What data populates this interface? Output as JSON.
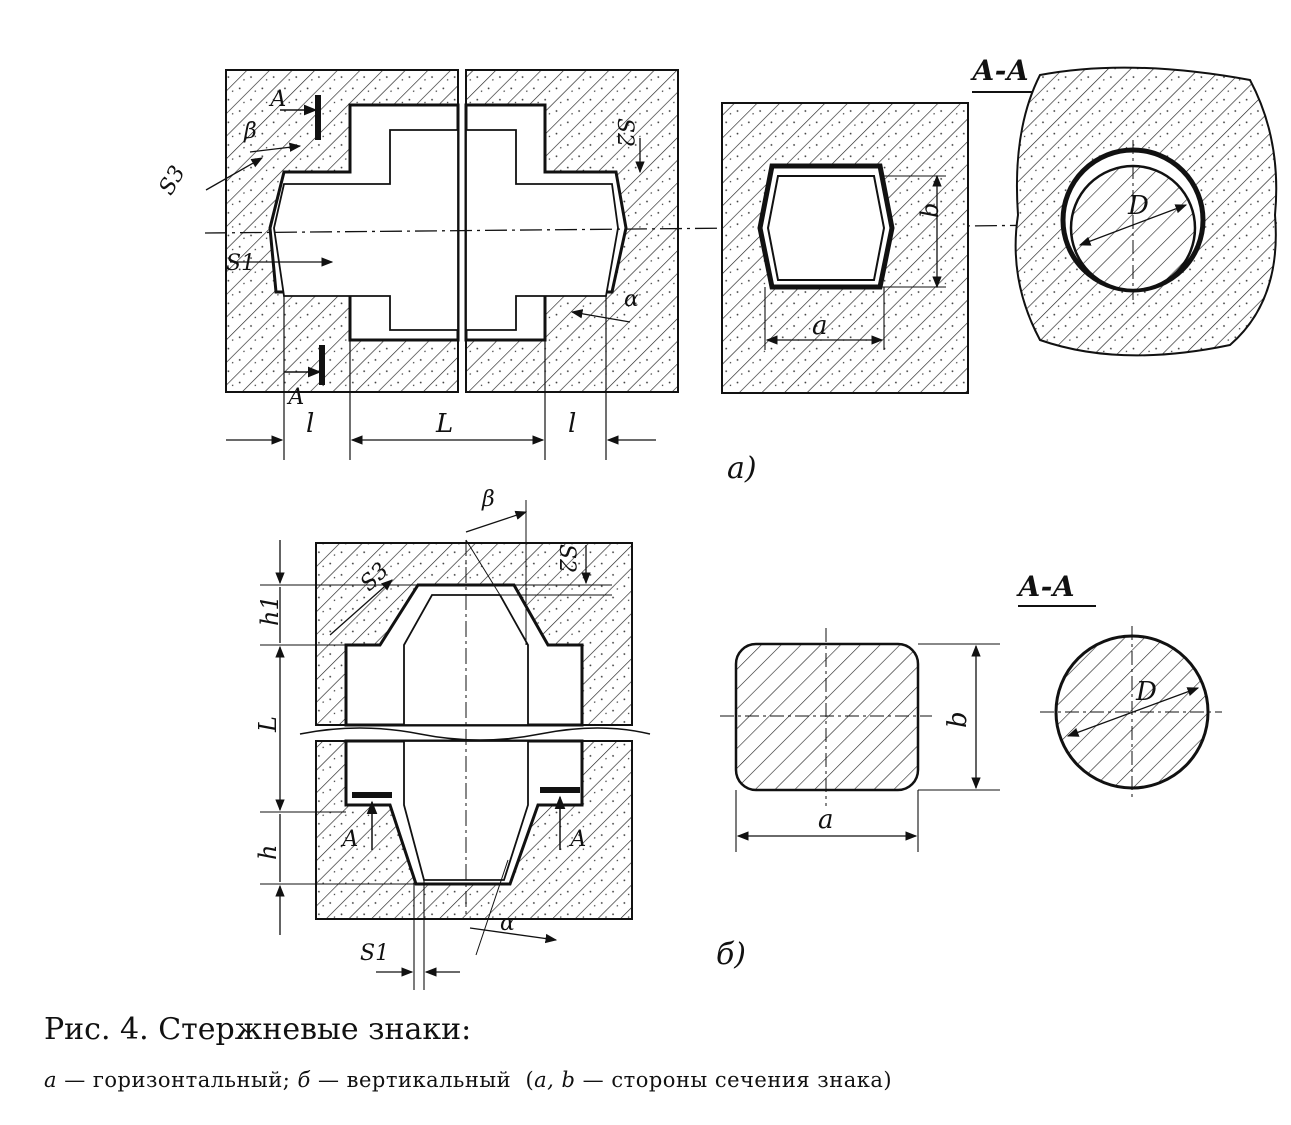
{
  "figure": {
    "label_a": "а)",
    "label_b": "б)",
    "section_a": "А-А",
    "section_b": "А-А",
    "cut_mark": "А",
    "dims": {
      "l": "l",
      "L": "L",
      "a": "a",
      "b": "b",
      "D": "D",
      "h": "h",
      "h1": "h1",
      "s1": "S1",
      "s2": "S2",
      "s3": "S3",
      "alpha": "α",
      "beta": "β"
    }
  },
  "caption": {
    "title": "Рис. 4. Стержневые знаки:",
    "a_letter": "а",
    "a_text": "— горизонтальный;",
    "b_letter": "б",
    "b_text": "— вертикальный",
    "note_open": "(",
    "note_a": "а,",
    "note_b": "b",
    "note_text": "— стороны сечения знака)"
  },
  "colors": {
    "ink": "#111111",
    "paper": "#ffffff"
  }
}
